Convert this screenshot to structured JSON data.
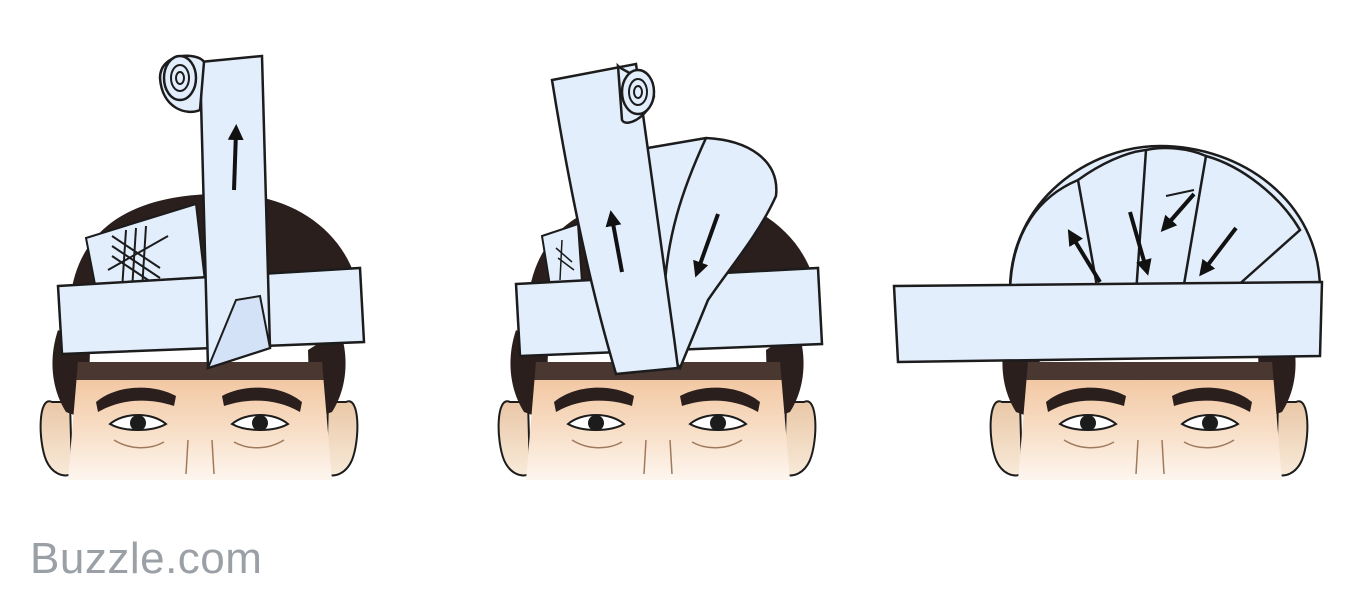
{
  "watermark": {
    "text": "Buzzle.com"
  },
  "colors": {
    "bandage": "#e3eefc",
    "outline": "#1c1c1c",
    "hair": "#2b1f1d",
    "skin_top": "#f4c9a1",
    "skin_bottom": "#fdf4ec"
  },
  "steps": [
    {
      "name": "step-1",
      "arrows": [
        "up"
      ]
    },
    {
      "name": "step-2",
      "arrows": [
        "up",
        "down"
      ]
    },
    {
      "name": "step-3",
      "arrows": [
        "up",
        "down",
        "down",
        "down"
      ]
    }
  ]
}
